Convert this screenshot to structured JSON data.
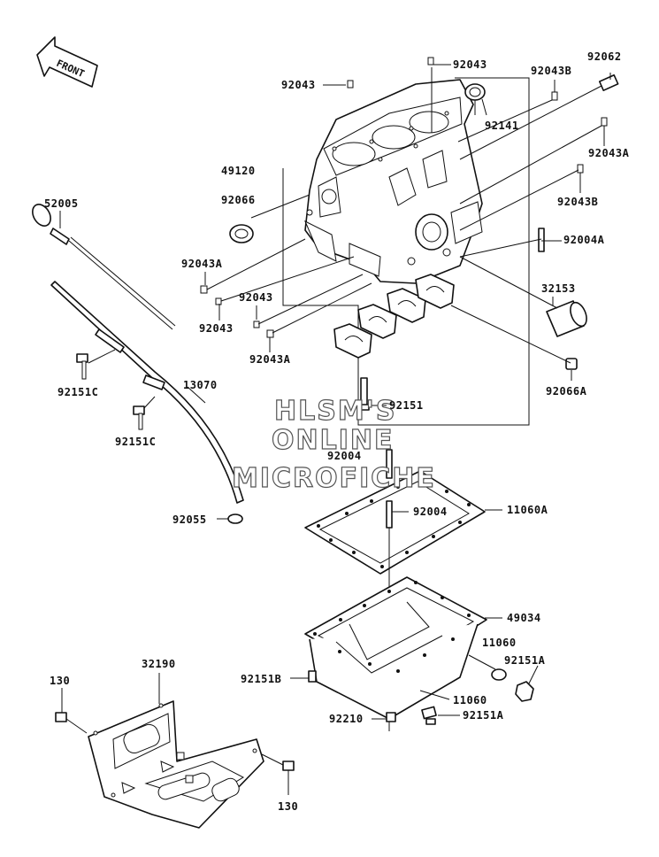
{
  "front_label": "FRONT",
  "watermark": {
    "line1": "HLSM'S",
    "line2": "ONLINE",
    "line3": "MICROFICHE"
  },
  "part_labels": {
    "p92043_top": "92043",
    "p92043_left": "92043",
    "p92043B_top": "92043B",
    "p92062": "92062",
    "p92141": "92141",
    "p49120": "49120",
    "p92043A_right": "92043A",
    "p92066": "92066",
    "p52005": "52005",
    "p92043B_right": "92043B",
    "p92004A": "92004A",
    "p92043A_left": "92043A",
    "p92043_mid": "92043",
    "p92043_low": "92043",
    "p32153": "32153",
    "p92043A_low": "92043A",
    "p92151C_1": "92151C",
    "p92066A": "92066A",
    "p13070": "13070",
    "p92151": "92151",
    "p92151C_2": "92151C",
    "p92004_up": "92004",
    "p92004_low": "92004",
    "p11060A": "11060A",
    "p92055": "92055",
    "p49034": "49034",
    "p11060_r": "11060",
    "p92151A_r": "92151A",
    "p32190": "32190",
    "p130_top": "130",
    "p92151B": "92151B",
    "p11060_b": "11060",
    "p92210": "92210",
    "p92151A_b": "92151A",
    "p130_bot": "130"
  }
}
